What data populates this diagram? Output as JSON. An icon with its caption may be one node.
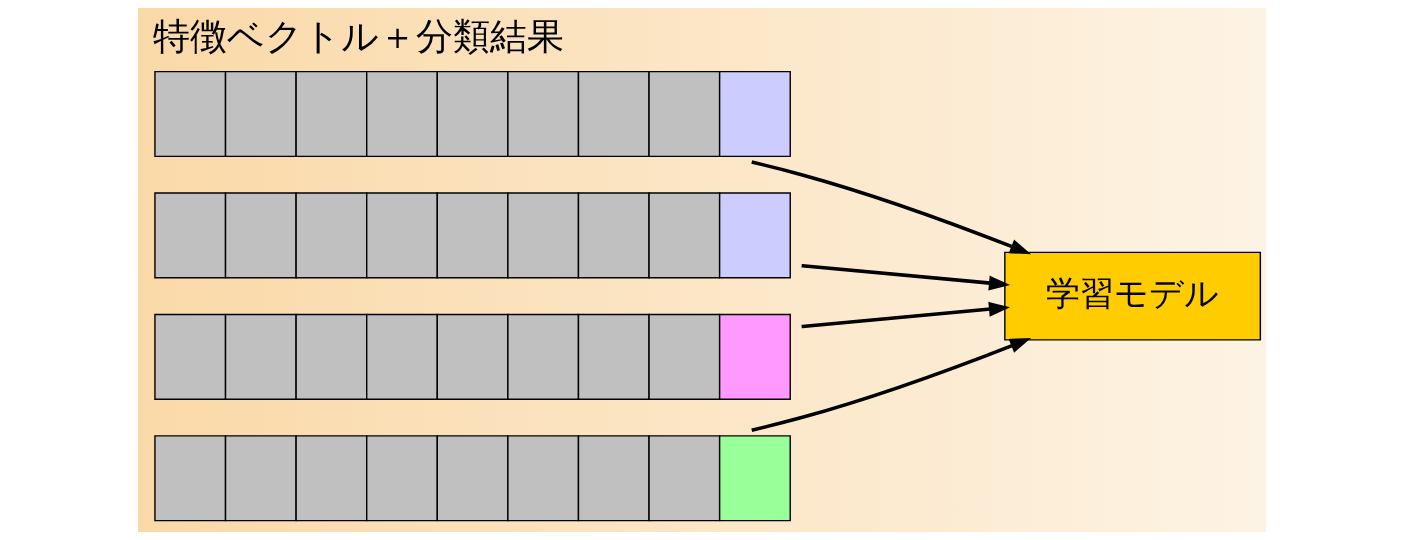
{
  "diagram": {
    "title": "特徴ベクトル＋分類結果",
    "nodes": [
      {
        "text": [],
        "shape": "bar"
      },
      {
        "text": [],
        "shape": "bar"
      },
      {
        "text": [],
        "shape": "bar"
      },
      {
        "text": [],
        "shape": "bar"
      },
      {
        "text": [
          "学習モデル"
        ]
      }
    ],
    "edges": [
      {
        "from": 0,
        "to": 4,
        "arrow": "to"
      },
      {
        "from": 1,
        "to": 4,
        "arrow": "to"
      },
      {
        "from": 2,
        "to": 4,
        "arrow": "to"
      },
      {
        "from": 3,
        "to": 4,
        "arrow": "to"
      }
    ]
  }
}
